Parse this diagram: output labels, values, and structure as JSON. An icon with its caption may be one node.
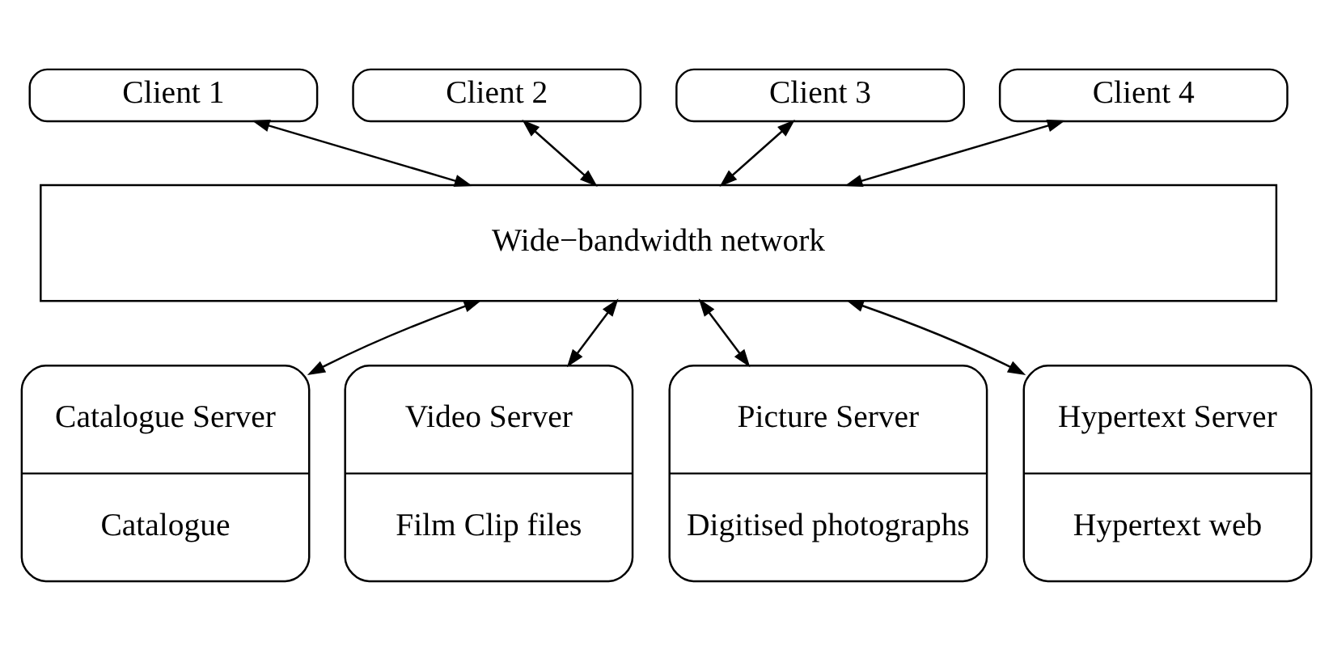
{
  "diagram": {
    "nodes": [
      {
        "text": [
          "Client 1"
        ]
      },
      {
        "text": [
          "Client 2"
        ]
      },
      {
        "text": [
          "Client 3"
        ]
      },
      {
        "text": [
          "Client 4"
        ]
      },
      {
        "text": [
          "Wide−bandwidth network"
        ]
      },
      {
        "text": [
          "Catalogue Server",
          "Catalogue"
        ]
      },
      {
        "text": [
          "Video Server",
          "Film Clip files"
        ]
      },
      {
        "text": [
          "Picture Server",
          "Digitised photographs"
        ]
      },
      {
        "text": [
          "Hypertext Server",
          "Hypertext web"
        ]
      }
    ],
    "edges": [
      {
        "from": 0,
        "to": 4,
        "arrow": "both"
      },
      {
        "from": 1,
        "to": 4,
        "arrow": "both"
      },
      {
        "from": 2,
        "to": 4,
        "arrow": "both"
      },
      {
        "from": 3,
        "to": 4,
        "arrow": "both"
      },
      {
        "from": 4,
        "to": 5,
        "arrow": "both"
      },
      {
        "from": 4,
        "to": 6,
        "arrow": "both"
      },
      {
        "from": 4,
        "to": 7,
        "arrow": "both"
      },
      {
        "from": 4,
        "to": 8,
        "arrow": "both"
      }
    ]
  }
}
